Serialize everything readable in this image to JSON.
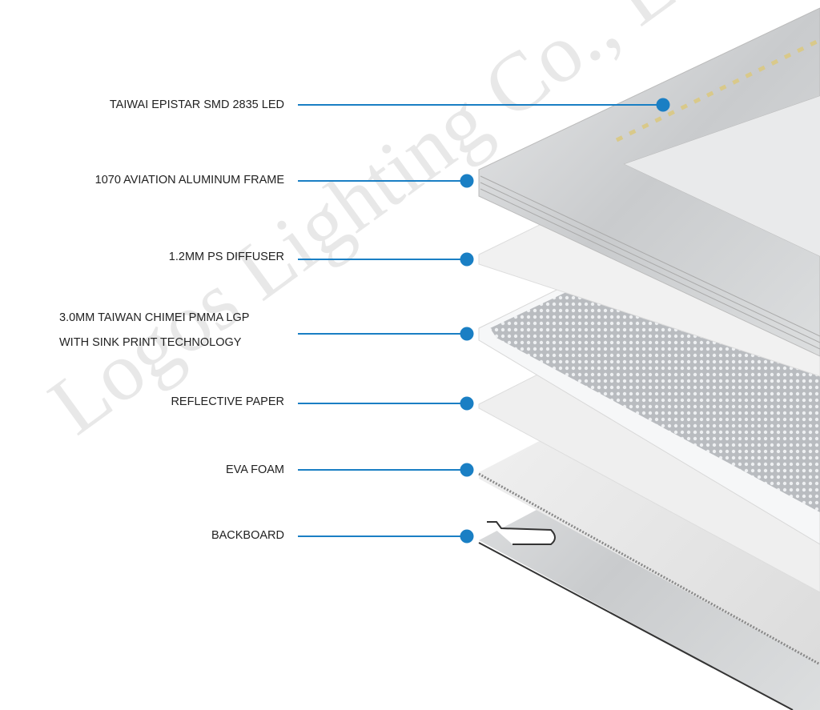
{
  "accent_color": "#1a7fc4",
  "callouts": [
    {
      "id": "led",
      "lines": [
        "TAIWAI EPISTAR SMD 2835 LED"
      ]
    },
    {
      "id": "frame",
      "lines": [
        "1070 AVIATION ALUMINUM FRAME"
      ]
    },
    {
      "id": "diffuser",
      "lines": [
        "1.2MM PS DIFFUSER"
      ]
    },
    {
      "id": "lgp",
      "lines": [
        "3.0MM TAIWAN CHIMEI PMMA LGP",
        "WITH SINK PRINT TECHNOLOGY"
      ]
    },
    {
      "id": "reflective",
      "lines": [
        "REFLECTIVE PAPER"
      ]
    },
    {
      "id": "foam",
      "lines": [
        "EVA FOAM"
      ]
    },
    {
      "id": "backboard",
      "lines": [
        "BACKBOARD"
      ]
    }
  ],
  "watermark": "Logos Lighting Co., Ltd"
}
